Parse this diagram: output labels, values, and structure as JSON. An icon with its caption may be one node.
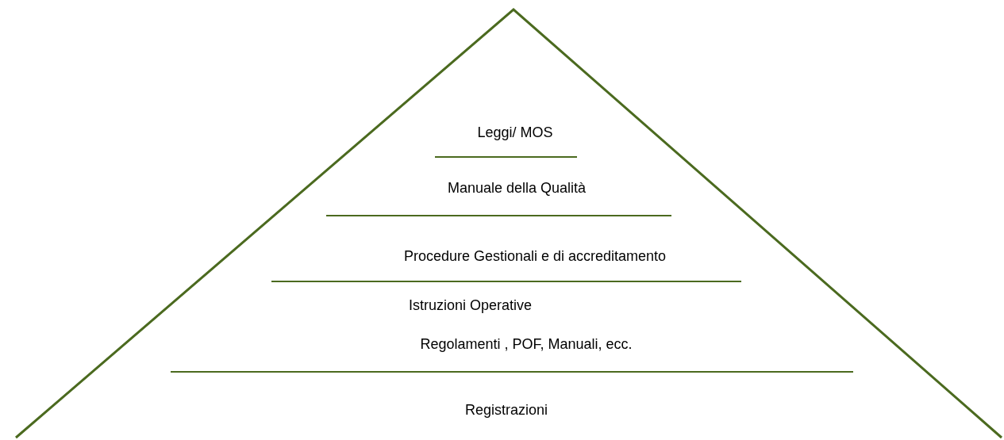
{
  "diagram": {
    "labels": [
      "Leggi/ MOS",
      "Manuale della Qualità",
      "Procedure Gestionali e di accreditamento",
      "Istruzioni Operative",
      "Regolamenti , POF, Manuali, ecc.",
      "Registrazioni"
    ]
  }
}
